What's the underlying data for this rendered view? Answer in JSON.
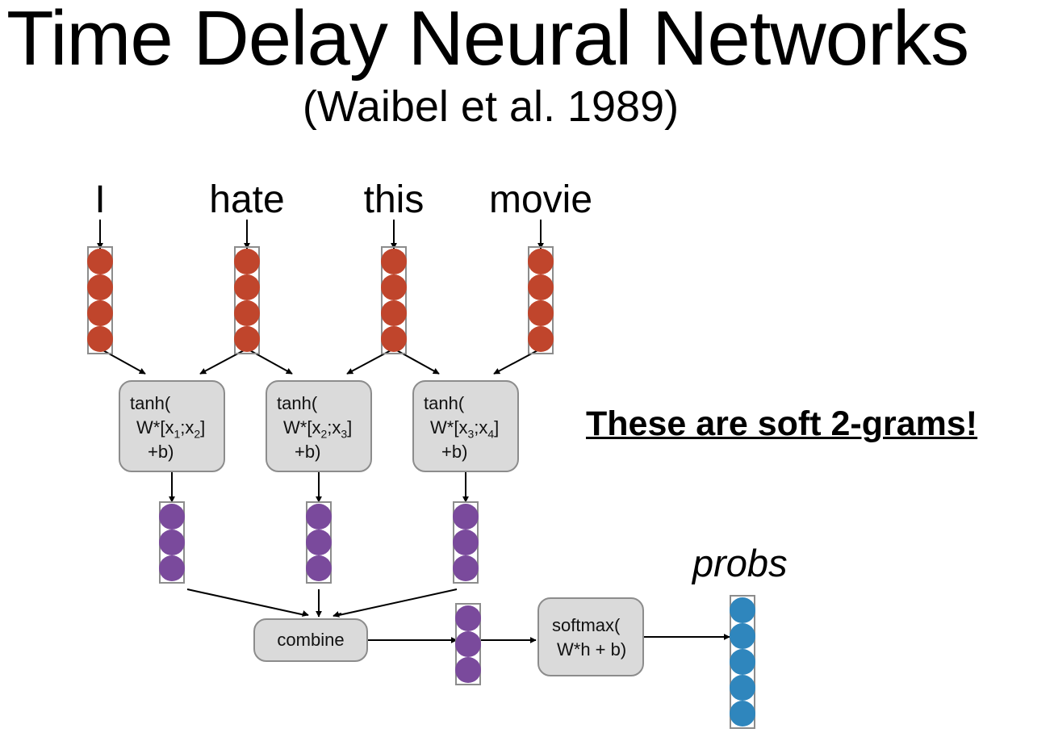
{
  "title": "Time Delay Neural Networks",
  "subtitle": "(Waibel et al. 1989)",
  "words": [
    "I",
    "hate",
    "this",
    "movie"
  ],
  "conv_boxes": [
    {
      "open": "tanh(",
      "w_prefix": "W*[",
      "x_a": "x",
      "sub_a": "1",
      "sep": ";",
      "x_b": "x",
      "sub_b": "2",
      "w_suffix": "]",
      "bias": "+b)"
    },
    {
      "open": "tanh(",
      "w_prefix": "W*[",
      "x_a": "x",
      "sub_a": "2",
      "sep": ";",
      "x_b": "x",
      "sub_b": "3",
      "w_suffix": "]",
      "bias": "+b)"
    },
    {
      "open": "tanh(",
      "w_prefix": "W*[",
      "x_a": "x",
      "sub_a": "3",
      "sep": ";",
      "x_b": "x",
      "sub_b": "4",
      "w_suffix": "]",
      "bias": "+b)"
    }
  ],
  "combine_label": "combine",
  "softmax": {
    "line1": "softmax(",
    "line2": "W*h + b)"
  },
  "probs_label": "probs",
  "highlight": "These are soft 2-grams!",
  "colors": {
    "embedding": "#c0452c",
    "hidden": "#7a4a9c",
    "output": "#2f86bd",
    "box_fill": "#dadada",
    "box_border": "#8c8c8c",
    "vector_border": "#8c8c8c"
  },
  "vector_sizes": {
    "embedding": 4,
    "hidden": 3,
    "combined": 3,
    "output": 5
  }
}
